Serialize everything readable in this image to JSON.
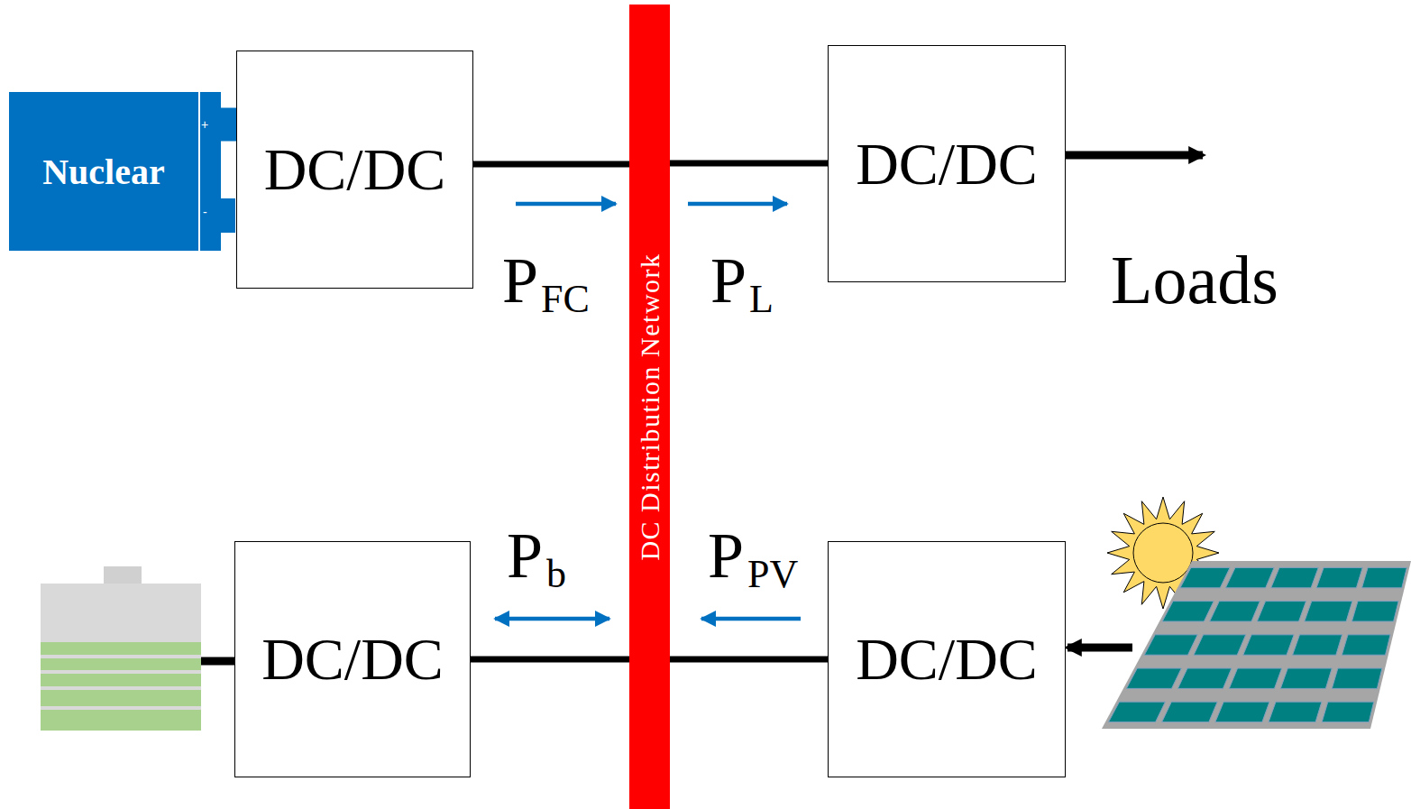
{
  "diagram": {
    "nodes": [
      {
        "text": [
          "Nuclear"
        ]
      },
      {
        "text": [
          "DC/DC"
        ]
      },
      {
        "text": [
          "DC Distribution Network"
        ]
      },
      {
        "text": [
          "DC/DC"
        ]
      },
      {
        "text": [
          "DC/DC"
        ]
      },
      {
        "text": [
          "DC/DC"
        ]
      }
    ],
    "edges": [
      {
        "from": 0,
        "to": 1,
        "arrow": "none"
      },
      {
        "from": 1,
        "to": 2,
        "arrow": "none"
      },
      {
        "from": 2,
        "to": 3,
        "arrow": "none"
      },
      {
        "from": 4,
        "to": 2,
        "arrow": "none"
      },
      {
        "from": 2,
        "to": 5,
        "arrow": "none"
      }
    ],
    "labels": [
      "+",
      "-",
      "P",
      "FC",
      "P",
      "L",
      "Loads",
      "P",
      "b",
      "P",
      "PV"
    ]
  }
}
